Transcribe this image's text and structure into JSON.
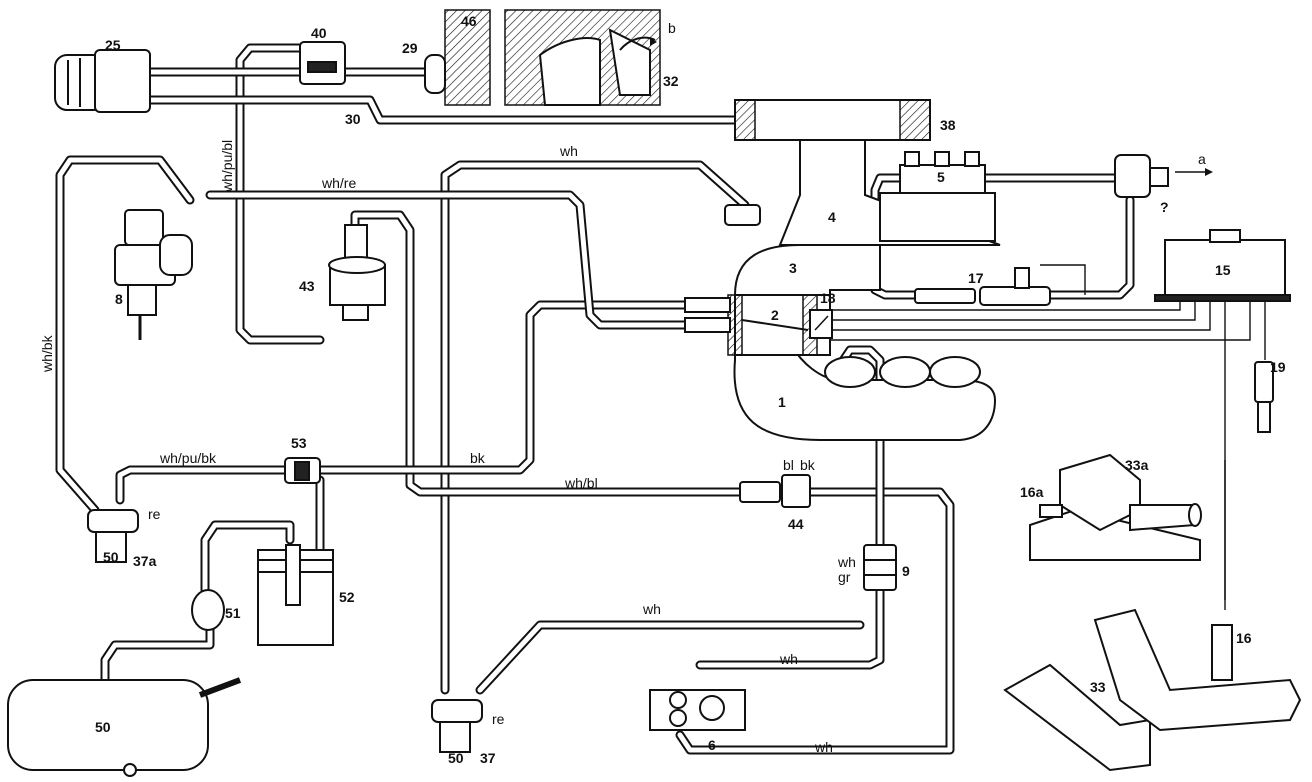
{
  "component_numbers": {
    "c1": "1",
    "c2": "2",
    "c3": "3",
    "c4": "4",
    "c5": "5",
    "c6": "6",
    "c7": "?",
    "c8": "8",
    "c9": "9",
    "c15": "15",
    "c16": "16",
    "c16a": "16a",
    "c17": "17",
    "c18": "18",
    "c19": "19",
    "c25": "25",
    "c29": "29",
    "c30": "30",
    "c32": "32",
    "c33": "33",
    "c33a": "33a",
    "c37": "37",
    "c37a": "37a",
    "c38": "38",
    "c40": "40",
    "c43": "43",
    "c44": "44",
    "c46": "46",
    "c50": "50",
    "c51": "51",
    "c52": "52",
    "c53": "53",
    "c50_switch": "50",
    "c50_switch_a": "50"
  },
  "hose_labels": {
    "wh_top": "wh",
    "wh_re": "wh/re",
    "wh_pu_bl": "wh/pu/bl",
    "wh_bk": "wh/bk",
    "wh_pu_bk": "wh/pu/bk",
    "bk": "bk",
    "wh_bl": "wh/bl",
    "bl": "bl",
    "bk2": "bk",
    "wh_9": "wh",
    "gr_9": "gr",
    "wh_mid": "wh",
    "wh_low": "wh",
    "wh_bottom": "wh",
    "re_37": "re",
    "re_37a": "re"
  },
  "arrow_labels": {
    "a": "a",
    "b": "b"
  }
}
